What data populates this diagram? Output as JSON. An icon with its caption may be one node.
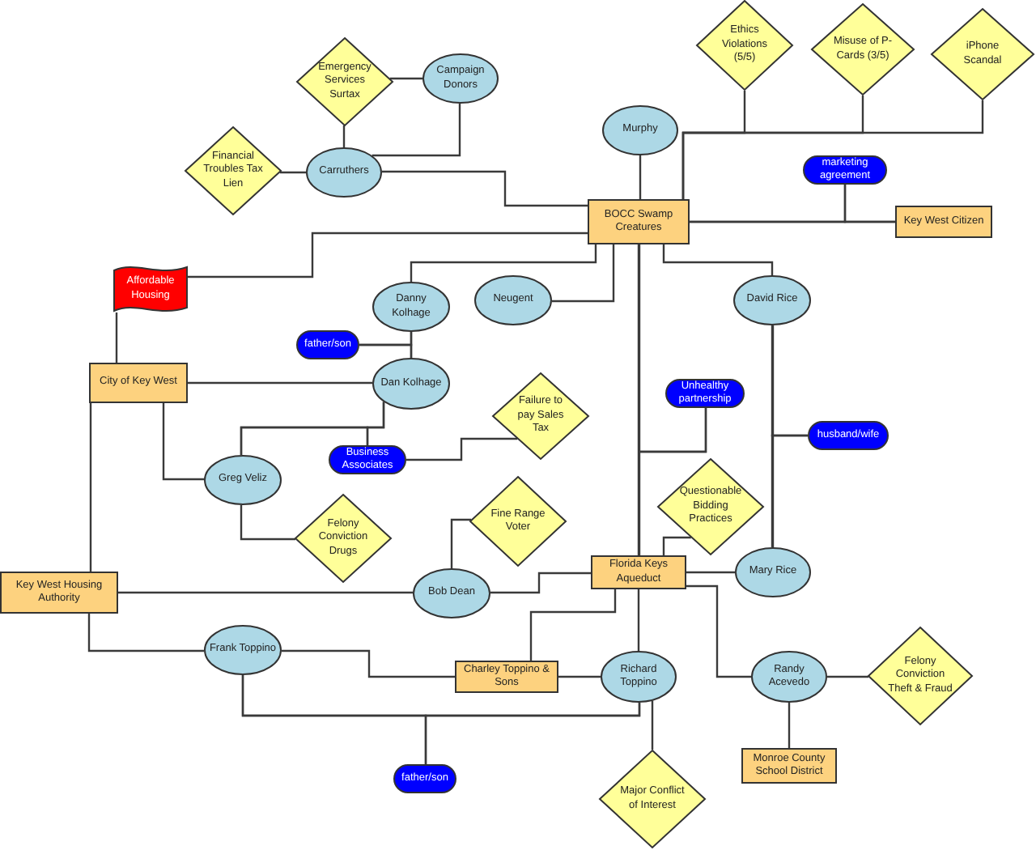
{
  "diagram": {
    "nodes": [
      {
        "text": [
          "Emergency Services Surtax"
        ]
      },
      {
        "text": [
          "Campaign Donors"
        ]
      },
      {
        "text": [
          "Financial Troubles Tax Lien"
        ]
      },
      {
        "text": [
          "Carruthers"
        ]
      },
      {
        "text": [
          "Ethics Violations (5/5)"
        ]
      },
      {
        "text": [
          "Misuse of P-Cards (3/5)"
        ]
      },
      {
        "text": [
          "iPhone Scandal"
        ]
      },
      {
        "text": [
          "Murphy"
        ]
      },
      {
        "text": [
          "marketing agreement"
        ]
      },
      {
        "text": [
          "BOCC Swamp Creatures"
        ]
      },
      {
        "text": [
          "Key West Citizen"
        ]
      },
      {
        "text": [
          "Affordable Housing"
        ]
      },
      {
        "text": [
          "Danny Kolhage"
        ]
      },
      {
        "text": [
          "Neugent"
        ]
      },
      {
        "text": [
          "David Rice"
        ]
      },
      {
        "text": [
          "father/son"
        ]
      },
      {
        "text": [
          "City of Key West"
        ]
      },
      {
        "text": [
          "Dan Kolhage"
        ]
      },
      {
        "text": [
          "Unhealthy partnership"
        ]
      },
      {
        "text": [
          "husband/wife"
        ]
      },
      {
        "text": [
          "Business Associates"
        ]
      },
      {
        "text": [
          "Failure to pay Sales Tax"
        ]
      },
      {
        "text": [
          "Greg Veliz"
        ]
      },
      {
        "text": [
          "Fine Range Voter"
        ]
      },
      {
        "text": [
          "Questionable Bidding Practices"
        ]
      },
      {
        "text": [
          "Felony Conviction Drugs"
        ]
      },
      {
        "text": [
          "Key West Housing Authority"
        ]
      },
      {
        "text": [
          "Bob Dean"
        ]
      },
      {
        "text": [
          "Florida Keys Aqueduct"
        ]
      },
      {
        "text": [
          "Mary Rice"
        ]
      },
      {
        "text": [
          "Frank Toppino"
        ]
      },
      {
        "text": [
          "Charley Toppino & Sons"
        ]
      },
      {
        "text": [
          "Richard Toppino"
        ]
      },
      {
        "text": [
          "Randy Acevedo"
        ]
      },
      {
        "text": [
          "Felony Conviction Theft & Fraud"
        ]
      },
      {
        "text": [
          "Monroe County School District"
        ]
      },
      {
        "text": [
          "father/son"
        ]
      },
      {
        "text": [
          "Major Conflict of Interest"
        ]
      }
    ],
    "edges": [
      {
        "from": 0,
        "to": 1,
        "arrow": "none"
      },
      {
        "from": 0,
        "to": 3,
        "arrow": "none"
      },
      {
        "from": 1,
        "to": 3,
        "arrow": "none"
      },
      {
        "from": 2,
        "to": 3,
        "arrow": "none"
      },
      {
        "from": 3,
        "to": 9,
        "arrow": "none"
      },
      {
        "from": 4,
        "to": 9,
        "arrow": "none"
      },
      {
        "from": 5,
        "to": 9,
        "arrow": "none"
      },
      {
        "from": 6,
        "to": 9,
        "arrow": "none"
      },
      {
        "from": 7,
        "to": 9,
        "arrow": "none"
      },
      {
        "from": 9,
        "to": 10,
        "arrow": "none"
      },
      {
        "from": 8,
        "to": 9,
        "arrow": "none"
      },
      {
        "from": 8,
        "to": 10,
        "arrow": "none"
      },
      {
        "from": 9,
        "to": 11,
        "arrow": "none"
      },
      {
        "from": 9,
        "to": 12,
        "arrow": "none"
      },
      {
        "from": 9,
        "to": 13,
        "arrow": "none"
      },
      {
        "from": 9,
        "to": 28,
        "arrow": "none"
      },
      {
        "from": 18,
        "to": 9,
        "arrow": "none"
      },
      {
        "from": 18,
        "to": 28,
        "arrow": "none"
      },
      {
        "from": 9,
        "to": 14,
        "arrow": "none"
      },
      {
        "from": 14,
        "to": 29,
        "arrow": "none"
      },
      {
        "from": 19,
        "to": 14,
        "arrow": "none"
      },
      {
        "from": 19,
        "to": 29,
        "arrow": "none"
      },
      {
        "from": 12,
        "to": 17,
        "arrow": "none"
      },
      {
        "from": 15,
        "to": 12,
        "arrow": "none"
      },
      {
        "from": 15,
        "to": 17,
        "arrow": "none"
      },
      {
        "from": 16,
        "to": 17,
        "arrow": "none"
      },
      {
        "from": 16,
        "to": 11,
        "arrow": "none"
      },
      {
        "from": 16,
        "to": 22,
        "arrow": "none"
      },
      {
        "from": 16,
        "to": 26,
        "arrow": "none"
      },
      {
        "from": 17,
        "to": 22,
        "arrow": "none"
      },
      {
        "from": 20,
        "to": 17,
        "arrow": "none"
      },
      {
        "from": 20,
        "to": 22,
        "arrow": "none"
      },
      {
        "from": 20,
        "to": 21,
        "arrow": "none"
      },
      {
        "from": 22,
        "to": 25,
        "arrow": "none"
      },
      {
        "from": 23,
        "to": 27,
        "arrow": "none"
      },
      {
        "from": 26,
        "to": 27,
        "arrow": "none"
      },
      {
        "from": 27,
        "to": 28,
        "arrow": "none"
      },
      {
        "from": 24,
        "to": 28,
        "arrow": "none"
      },
      {
        "from": 28,
        "to": 29,
        "arrow": "none"
      },
      {
        "from": 26,
        "to": 30,
        "arrow": "none"
      },
      {
        "from": 30,
        "to": 31,
        "arrow": "none"
      },
      {
        "from": 28,
        "to": 31,
        "arrow": "none"
      },
      {
        "from": 28,
        "to": 32,
        "arrow": "none"
      },
      {
        "from": 28,
        "to": 33,
        "arrow": "none"
      },
      {
        "from": 31,
        "to": 32,
        "arrow": "none"
      },
      {
        "from": 36,
        "to": 30,
        "arrow": "none"
      },
      {
        "from": 36,
        "to": 32,
        "arrow": "none"
      },
      {
        "from": 30,
        "to": 32,
        "arrow": "none"
      },
      {
        "from": 32,
        "to": 37,
        "arrow": "none"
      },
      {
        "from": 33,
        "to": 34,
        "arrow": "none"
      },
      {
        "from": 33,
        "to": 35,
        "arrow": "none"
      }
    ]
  }
}
